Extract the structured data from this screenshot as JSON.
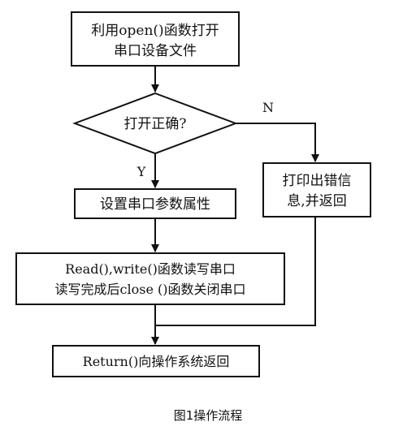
{
  "flowchart": {
    "nodes": {
      "open_port": {
        "lines": [
          "利用open()函数打开",
          "串口设备文件"
        ]
      },
      "check_open": {
        "lines": [
          "打开正确?"
        ]
      },
      "error_print": {
        "lines": [
          "打印出错信",
          "息,并返回"
        ]
      },
      "set_attrs": {
        "lines": [
          "设置串口参数属性"
        ]
      },
      "read_write": {
        "lines": [
          "Read(),write()函数读写串口",
          "读写完成后close ()函数关闭串口"
        ]
      },
      "return_sys": {
        "lines": [
          "Return()向操作系统返回"
        ]
      }
    },
    "edge_labels": {
      "yes": "Y",
      "no": "N"
    }
  },
  "caption": "图1操作流程"
}
